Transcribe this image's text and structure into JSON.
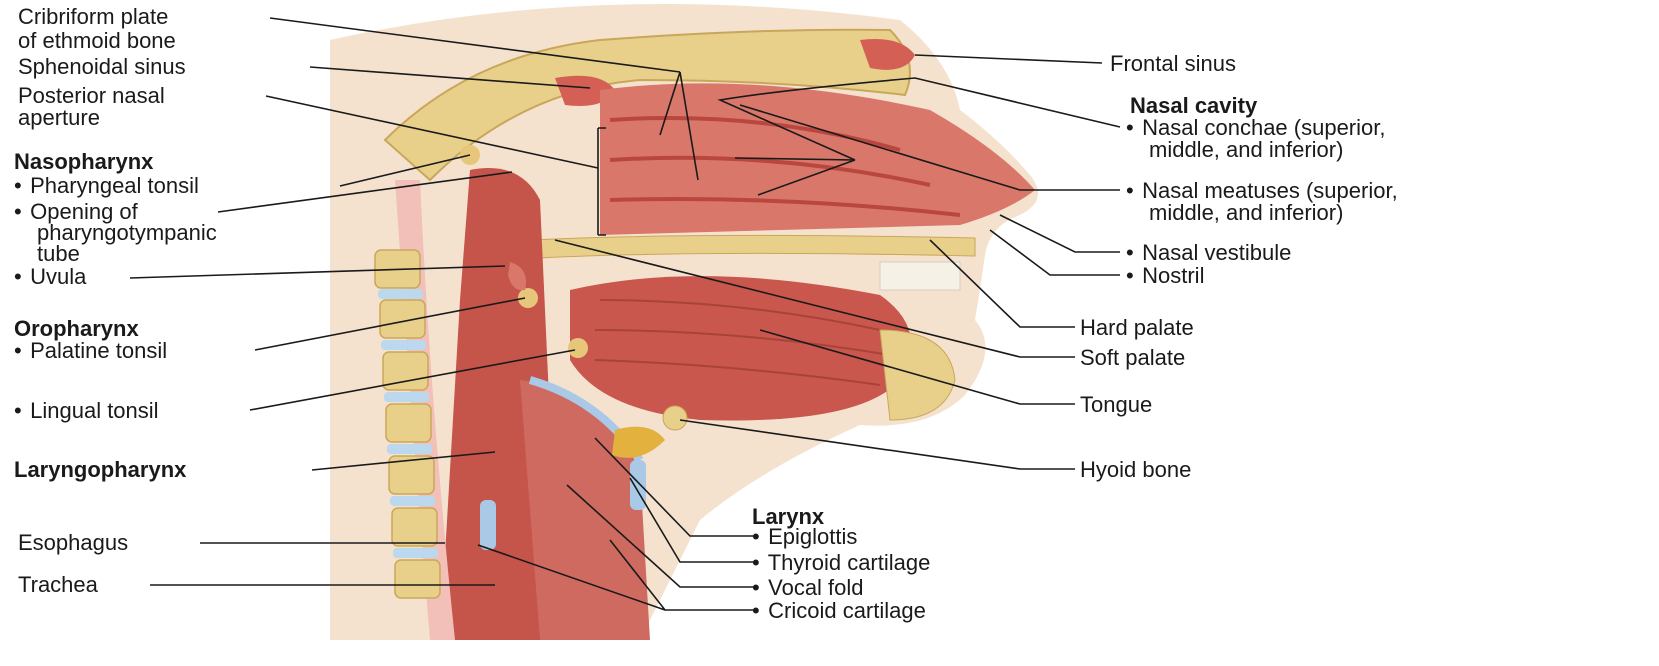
{
  "left": {
    "cribriform": "Cribriform plate",
    "cribriform2": "of ethmoid bone",
    "sphenoidal": "Sphenoidal sinus",
    "posterior_nasal": "Posterior nasal",
    "posterior_nasal2": "aperture",
    "nasopharynx": "Nasopharynx",
    "pharyngeal_tonsil": "Pharyngeal tonsil",
    "opening": "Opening of",
    "opening2": "pharyngotympanic",
    "opening3": "tube",
    "uvula": "Uvula",
    "oropharynx": "Oropharynx",
    "palatine_tonsil": "Palatine tonsil",
    "lingual_tonsil": "Lingual tonsil",
    "laryngopharynx": "Laryngopharynx",
    "esophagus": "Esophagus",
    "trachea": "Trachea"
  },
  "right": {
    "frontal_sinus": "Frontal sinus",
    "nasal_cavity": "Nasal cavity",
    "conchae": "Nasal conchae (superior,",
    "conchae2": "middle, and inferior)",
    "meatuses": "Nasal meatuses (superior,",
    "meatuses2": "middle, and inferior)",
    "vestibule": "Nasal vestibule",
    "nostril": "Nostril",
    "hard_palate": "Hard palate",
    "soft_palate": "Soft palate",
    "tongue": "Tongue",
    "hyoid": "Hyoid bone"
  },
  "larynx": {
    "title": "Larynx",
    "epiglottis": "Epiglottis",
    "thyroid": "Thyroid cartilage",
    "vocal_fold": "Vocal fold",
    "cricoid": "Cricoid cartilage"
  },
  "bullet": "•"
}
